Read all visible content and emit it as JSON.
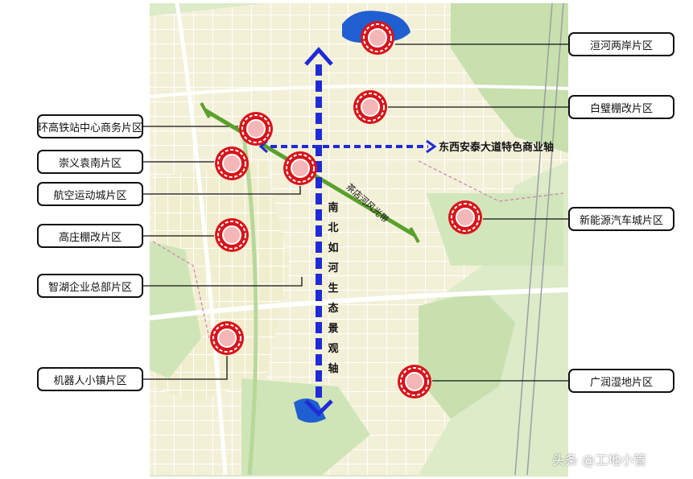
{
  "zones": [
    {
      "id": "huanhe",
      "label": "洹河两岸片区"
    },
    {
      "id": "baibi",
      "label": "白璧棚改片区"
    },
    {
      "id": "huangaotie",
      "label": "环高铁站中心商务片区"
    },
    {
      "id": "chongyi",
      "label": "崇义袁南片区"
    },
    {
      "id": "hangkong",
      "label": "航空运动城片区"
    },
    {
      "id": "xinnengyuan",
      "label": "新能源汽车城片区"
    },
    {
      "id": "gaozhuang",
      "label": "高庄棚改片区"
    },
    {
      "id": "zhihu",
      "label": "智湖企业总部片区"
    },
    {
      "id": "jiqiren",
      "label": "机器人小镇片区"
    },
    {
      "id": "guangrun",
      "label": "广润湿地片区"
    }
  ],
  "axes": {
    "east_west": "东西安泰大道特色商业轴",
    "north_south": "南北如河生态景观轴",
    "diagonal": "茶店河风光带"
  },
  "watermark": "头条 @工地小管",
  "colors": {
    "marker": "#d7141a",
    "axis_arrow": "#1f2bd6",
    "green_belt": "#5aa02c",
    "map_base": "#f3f0d8",
    "green_area": "#c9e2b0"
  }
}
